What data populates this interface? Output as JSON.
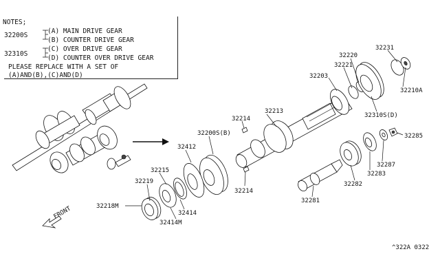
{
  "notes": {
    "title": "NOTES;",
    "group1_code": "32200S",
    "group1_a": "(A) MAIN DRIVE GEAR",
    "group1_b": "(B) COUNTER DRIVE GEAR",
    "group2_code": "32310S",
    "group2_c": "(C) OVER DRIVE GEAR",
    "group2_d": "(D) COUNTER OVER DRIVE GEAR",
    "replace_line1": "PLEASE REPLACE WITH A SET OF",
    "replace_line2": "(A)AND(B),(C)AND(D)"
  },
  "labels": {
    "p32231": "32231",
    "p32220": "32220",
    "p32221": "32221",
    "p32203": "32203",
    "p32210A": "32210A",
    "p32310SD": "32310S(D)",
    "p32213": "32213",
    "p32214a": "32214",
    "p32214b": "32214",
    "p32200SB": "32200S(B)",
    "p32412": "32412",
    "p32215": "32215",
    "p32219": "32219",
    "p32218M": "32218M",
    "p32414": "32414",
    "p32414M": "32414M",
    "p32285": "32285",
    "p32287": "32287",
    "p32283": "32283",
    "p32282": "32282",
    "p32281": "32281"
  },
  "front_label": "FRONT",
  "diagram_id": "^322A 0322"
}
